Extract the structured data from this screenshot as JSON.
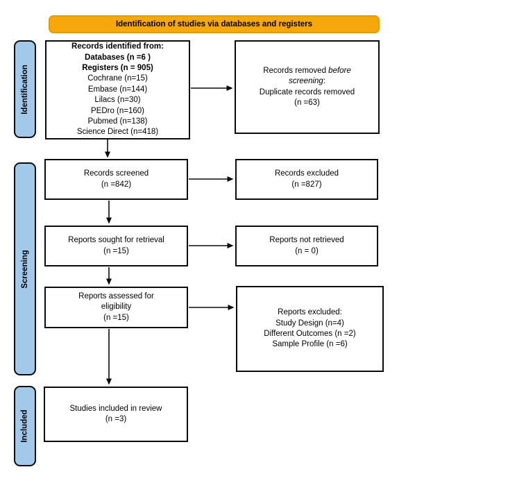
{
  "banner": {
    "title": "Identification of studies via databases and registers"
  },
  "stages": [
    {
      "label": "Identification"
    },
    {
      "label": "Screening"
    },
    {
      "label": "Included"
    }
  ],
  "colors": {
    "banner_fill": "#F5A70B",
    "banner_border": "#DC9E00",
    "stage_fill": "#A3C9EA",
    "box_border": "#0A0A0A"
  },
  "boxes": {
    "records_identified": {
      "bold_lines": [
        "Records identified from:",
        "Databases (n =6 )",
        "Registers (n = 905)"
      ],
      "lines": [
        "Cochrane (n=15)",
        "Embase (n=144)",
        "Lilacs (n=30)",
        "PEDro (n=160)",
        "Pubmed (n=138)",
        "Science Direct (n=418)"
      ]
    },
    "records_removed": {
      "t1": "Records removed ",
      "t2": "before screening",
      "t3": ":",
      "lines": [
        "Duplicate records removed",
        "(n =63)"
      ]
    },
    "records_screened": {
      "lines": [
        "Records screened",
        "(n =842)"
      ]
    },
    "records_excluded": {
      "lines": [
        "Records excluded",
        "(n =827)"
      ]
    },
    "reports_sought": {
      "lines": [
        "Reports sought for retrieval",
        "(n =15)"
      ]
    },
    "reports_not_retrieved": {
      "lines": [
        "Reports not retrieved",
        "(n = 0)"
      ]
    },
    "reports_assessed": {
      "lines": [
        "Reports assessed for",
        "eligibility",
        "(n =15)"
      ]
    },
    "reports_excluded": {
      "lines": [
        "Reports excluded:",
        "Study Design (n=4)",
        "Different Outcomes (n =2)",
        "Sample Profile (n =6)"
      ]
    },
    "studies_included": {
      "lines": [
        "Studies included in review",
        "(n =3)"
      ]
    }
  }
}
